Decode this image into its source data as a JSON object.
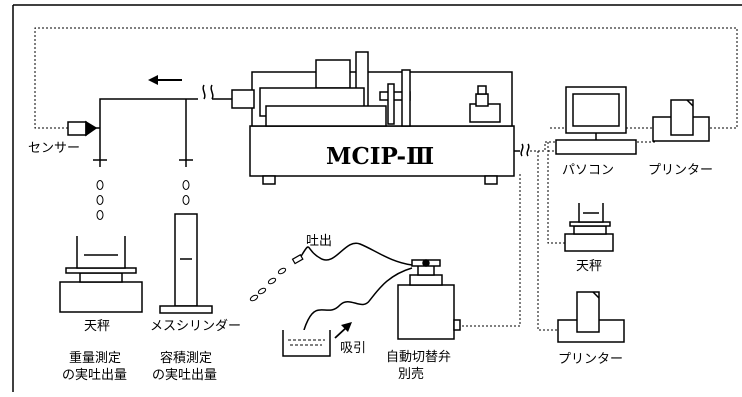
{
  "machine": {
    "name": "MCIP-Ⅲ"
  },
  "labels": {
    "sensor": "センサー",
    "pc": "パソコン",
    "printer_top": "プリンター",
    "balance_right": "天秤",
    "printer_bottom": "プリンター",
    "discharge": "吐出",
    "suction": "吸引",
    "valve_line1": "自動切替弁",
    "valve_line2": "別売",
    "balance_left": "天秤",
    "cylinder": "メスシリンダー",
    "weight_line1": "重量測定",
    "weight_line2": "の実吐出量",
    "volume_line1": "容積測定",
    "volume_line2": "の実吐出量"
  }
}
